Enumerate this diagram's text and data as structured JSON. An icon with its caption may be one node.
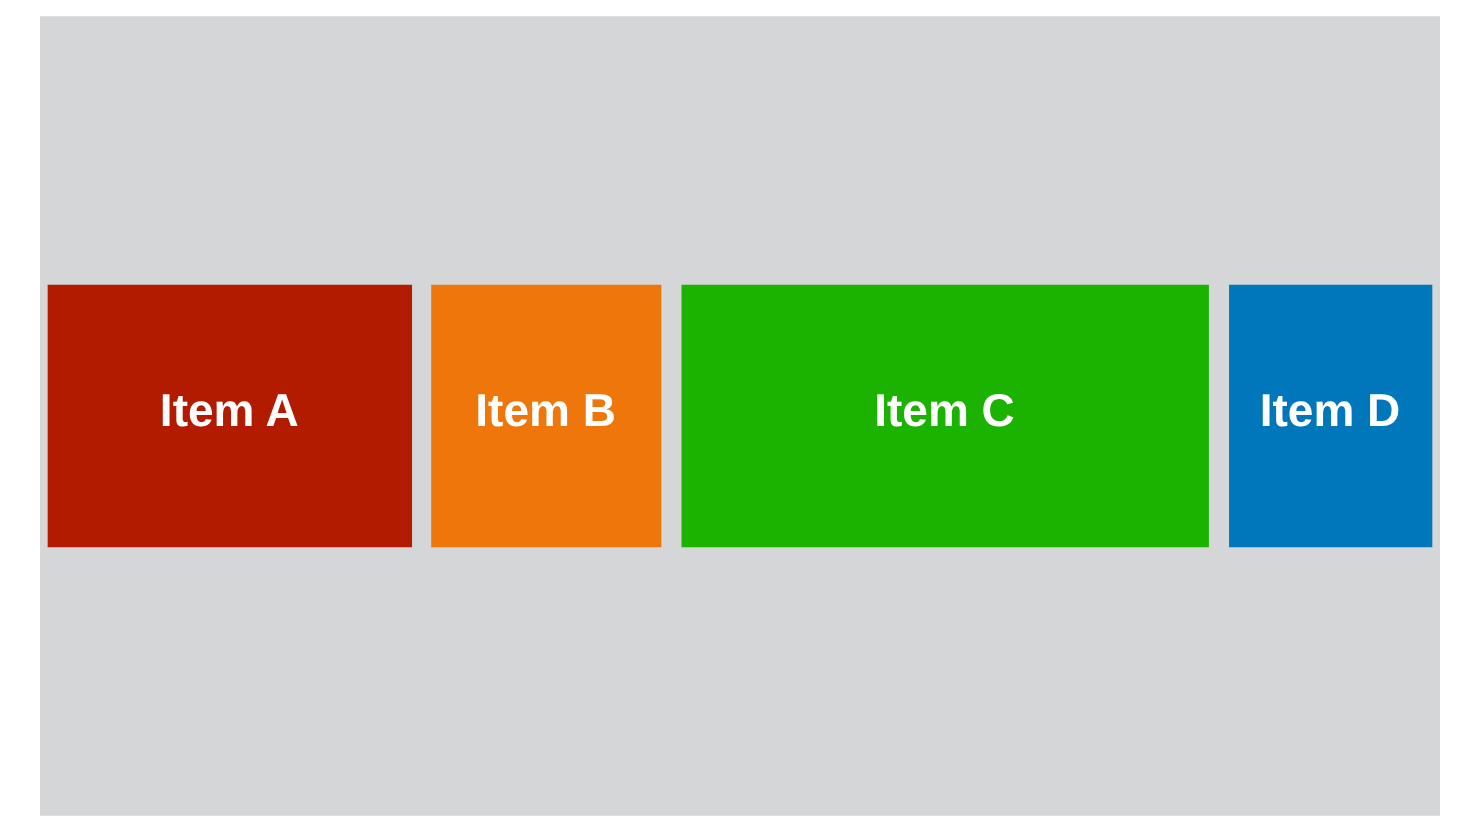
{
  "diagram": {
    "nodes": [
      {
        "text": [
          "Item A"
        ]
      },
      {
        "text": [
          "Item B"
        ]
      },
      {
        "text": [
          "Item C"
        ]
      },
      {
        "text": [
          "Item D"
        ]
      }
    ]
  }
}
